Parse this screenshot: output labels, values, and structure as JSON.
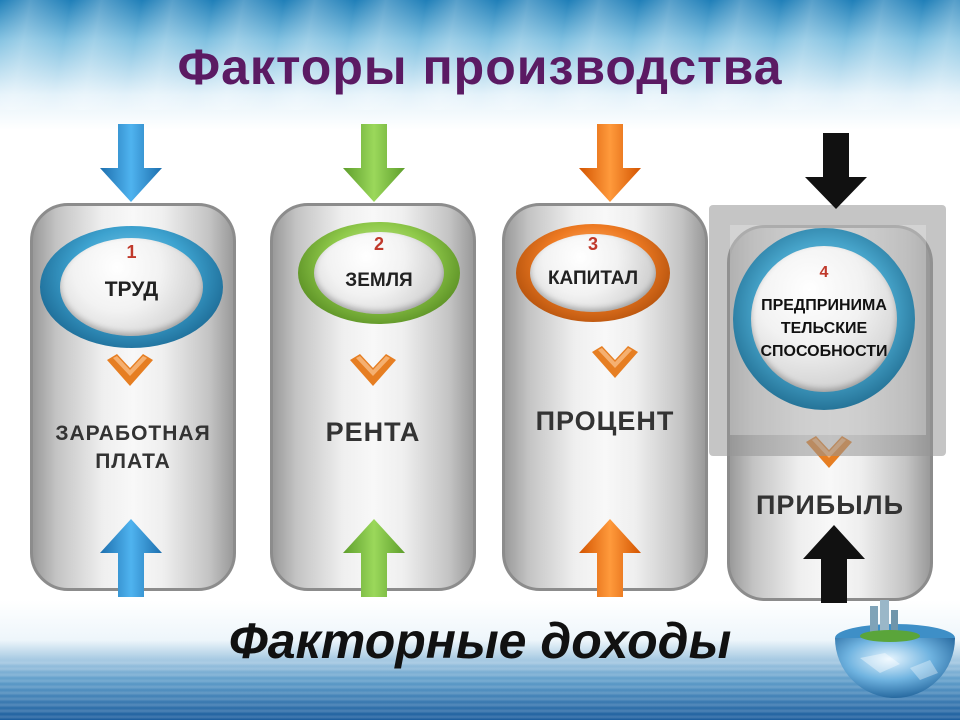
{
  "title": "Факторы производства",
  "footer": "Факторные доходы",
  "colors": {
    "title": "#5b1a63",
    "blue": "#2e8fd0",
    "green": "#7dc143",
    "orange": "#f07a1c",
    "black": "#111111",
    "chevron": "#e67e22"
  },
  "factors": [
    {
      "number": "1",
      "name": "ТРУД",
      "income_line1": "ЗАРАБОТНАЯ",
      "income_line2": "ПЛАТА",
      "color": "blue"
    },
    {
      "number": "2",
      "name": "ЗЕМЛЯ",
      "income_line1": "РЕНТА",
      "color": "green"
    },
    {
      "number": "3",
      "name": "КАПИТАЛ",
      "income_line1": "ПРОЦЕНТ",
      "color": "orange"
    },
    {
      "number": "4",
      "name_line1": "ПРЕДПРИНИМА",
      "name_line2": "ТЕЛЬСКИЕ",
      "name_line3": "СПОСОБНОСТИ",
      "income_line1": "ПРИБЫЛЬ",
      "color": "black"
    }
  ]
}
